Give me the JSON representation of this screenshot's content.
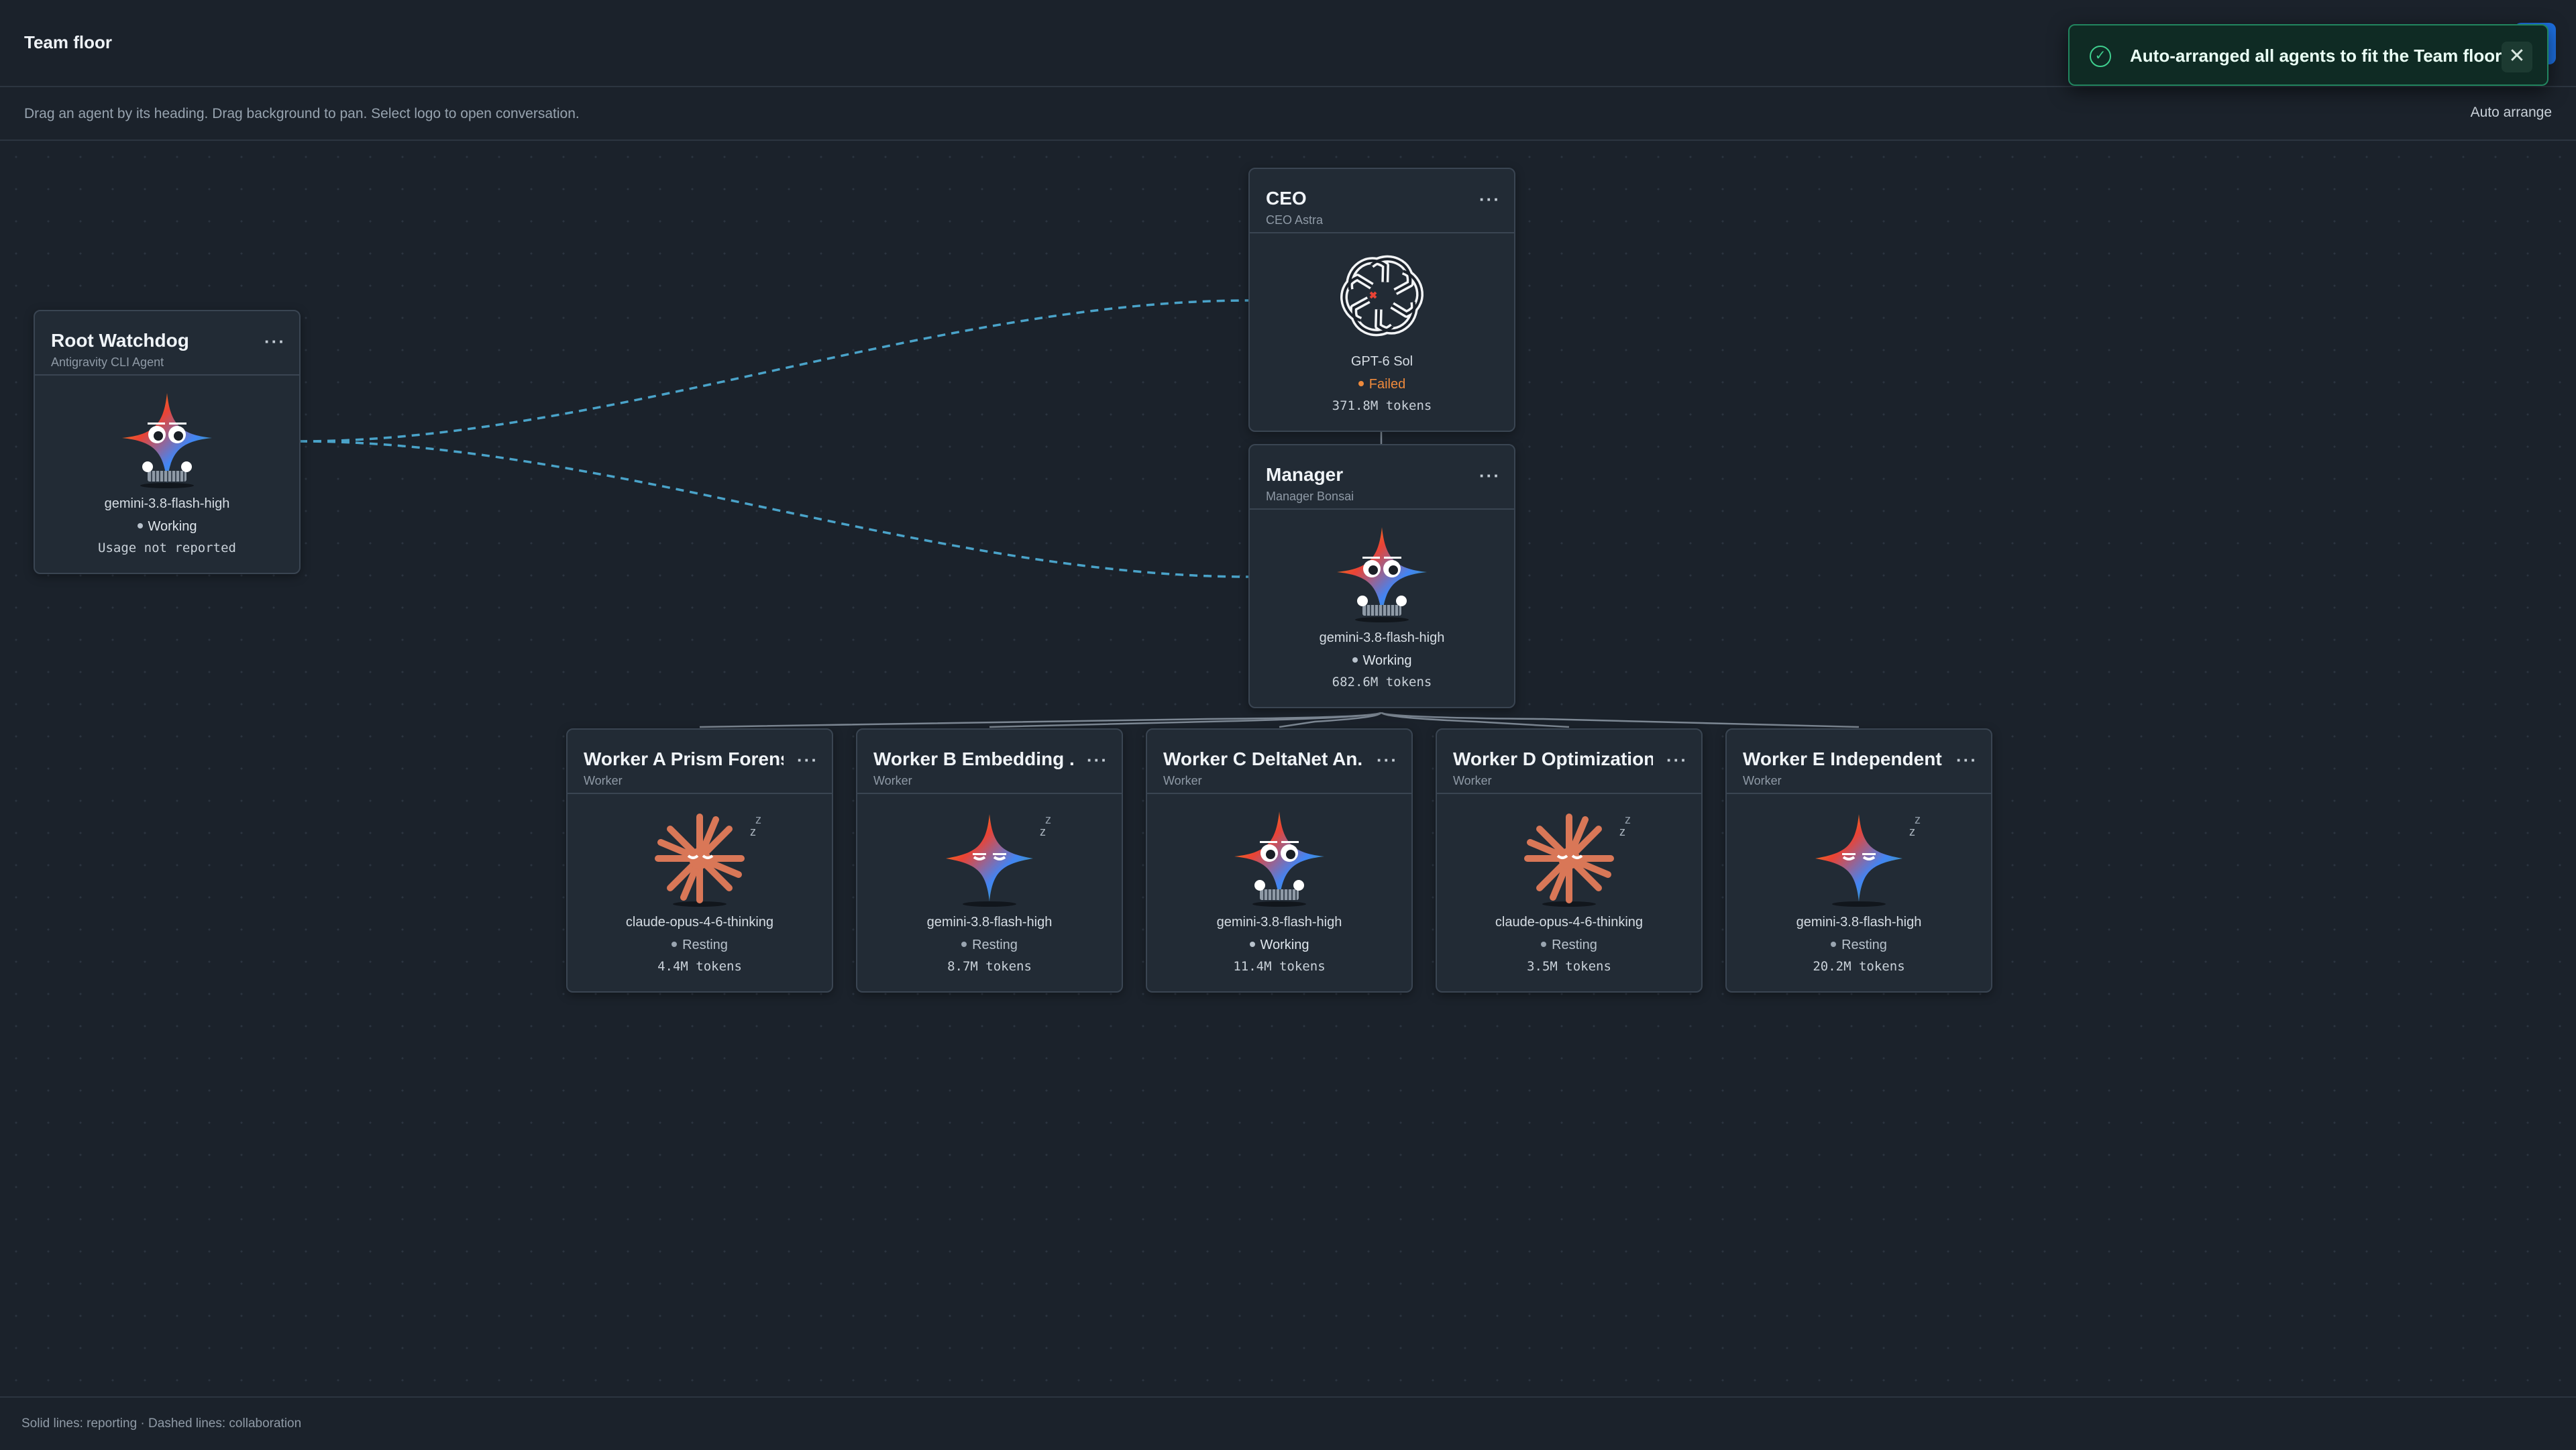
{
  "header": {
    "title": "Team floor"
  },
  "toolbar": {
    "hint": "Drag an agent by its heading. Drag background to pan. Select logo to open conversation.",
    "auto_arrange_label": "Auto arrange"
  },
  "toast": {
    "message": "Auto-arranged all agents to fit the Team floor.",
    "check_glyph": "✓",
    "close_glyph": "✕"
  },
  "agents": [
    {
      "id": "root",
      "name": "Root Watchdog",
      "role": "Antigravity CLI Agent",
      "logo": "gemini-star-awake-icon",
      "model": "gemini-3.8-flash-high",
      "status": "Working",
      "tokens": "Usage not reported"
    },
    {
      "id": "ceo",
      "name": "CEO",
      "role": "CEO Astra",
      "logo": "openai-knot-icon",
      "model": "GPT-6 Sol",
      "status": "Failed",
      "tokens": "371.8M tokens"
    },
    {
      "id": "manager",
      "name": "Manager",
      "role": "Manager Bonsai",
      "logo": "gemini-star-awake-icon",
      "model": "gemini-3.8-flash-high",
      "status": "Working",
      "tokens": "682.6M tokens"
    },
    {
      "id": "worker-a",
      "name": "Worker A Prism Forens...",
      "role": "Worker",
      "logo": "claude-burst-sleeping-icon",
      "model": "claude-opus-4-6-thinking",
      "status": "Resting",
      "tokens": "4.4M tokens"
    },
    {
      "id": "worker-b",
      "name": "Worker B Embedding ...",
      "role": "Worker",
      "logo": "gemini-star-sleeping-icon",
      "model": "gemini-3.8-flash-high",
      "status": "Resting",
      "tokens": "8.7M tokens"
    },
    {
      "id": "worker-c",
      "name": "Worker C DeltaNet An...",
      "role": "Worker",
      "logo": "gemini-star-awake-icon",
      "model": "gemini-3.8-flash-high",
      "status": "Working",
      "tokens": "11.4M tokens"
    },
    {
      "id": "worker-d",
      "name": "Worker D Optimization...",
      "role": "Worker",
      "logo": "claude-burst-sleeping-icon",
      "model": "claude-opus-4-6-thinking",
      "status": "Resting",
      "tokens": "3.5M tokens"
    },
    {
      "id": "worker-e",
      "name": "Worker E Independent ...",
      "role": "Worker",
      "logo": "gemini-star-sleeping-icon",
      "model": "gemini-3.8-flash-high",
      "status": "Resting",
      "tokens": "20.2M tokens"
    }
  ],
  "menu_glyph": "···",
  "sleep_glyphs": {
    "small": "z",
    "large": "Z"
  },
  "footer": {
    "legend": "Solid lines: reporting · Dashed lines: collaboration"
  },
  "colors": {
    "background": "#1b222b",
    "card": "#222b35",
    "card_border": "#3a4552",
    "collab_edge": "#4aa3c9",
    "report_edge": "#7d8894",
    "failed": "#ef8a3c",
    "toast_bg": "#0f2b24",
    "toast_border": "#22855f",
    "accent": "#1d6fe0"
  }
}
